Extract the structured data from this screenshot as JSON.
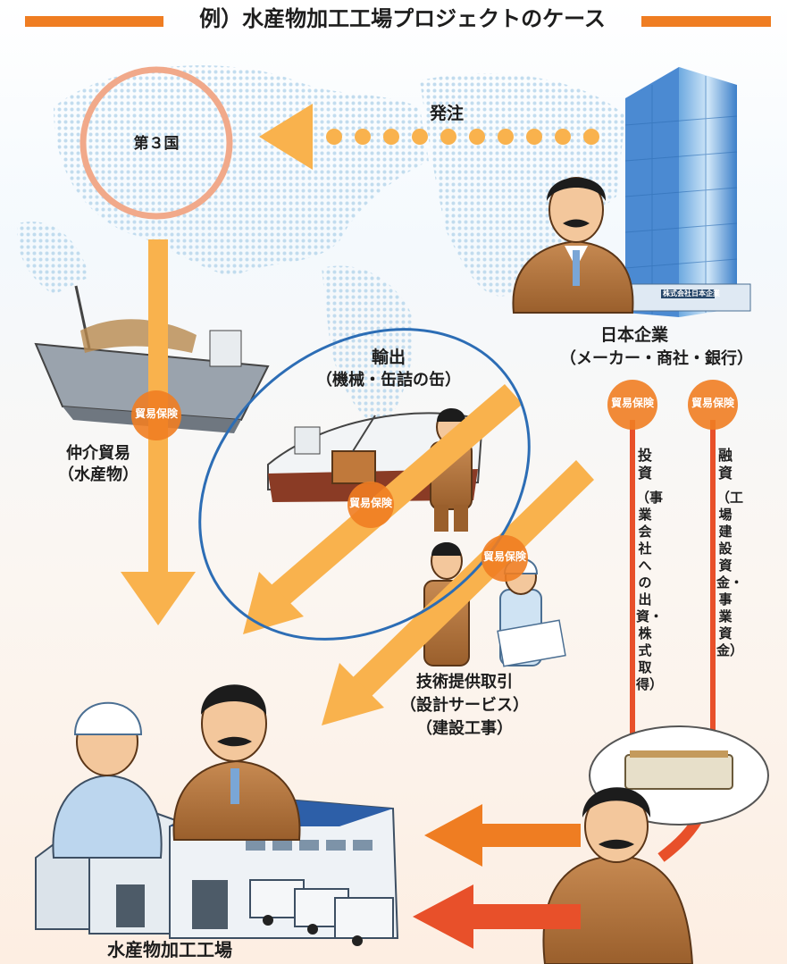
{
  "title": "例）水産物加工工場プロジェクトのケース",
  "labels": {
    "third_country": "第３国",
    "order": "発注",
    "japanese_company": "日本企業",
    "japanese_company_types": "（メーカー・商社・銀行）",
    "intermediary_trade": "仲介貿易",
    "intermediary_goods": "（水産物）",
    "export": "輸出",
    "export_goods": "（機械・缶詰の缶）",
    "tech_transaction": "技術提供取引",
    "design_service": "（設計サービス）",
    "construction": "（建設工事）",
    "factory": "水産物加工工場",
    "investment": "投資",
    "investment_detail": "（事業会社への出資・株式取得）",
    "financing": "融資",
    "financing_detail": "（工場建設資金・事業資金）",
    "building_sign": "株式会社日本企業"
  },
  "stamps": [
    "貿易保険",
    "貿易保険",
    "貿易保険",
    "貿易保険",
    "貿易保険"
  ],
  "colors": {
    "accent_orange": "#ef7d22",
    "flow_arrow": "#f9b24d",
    "red_arrow": "#e8502a",
    "highlight_ellipse": "#2c6db5",
    "circle": "#f1a98a"
  }
}
